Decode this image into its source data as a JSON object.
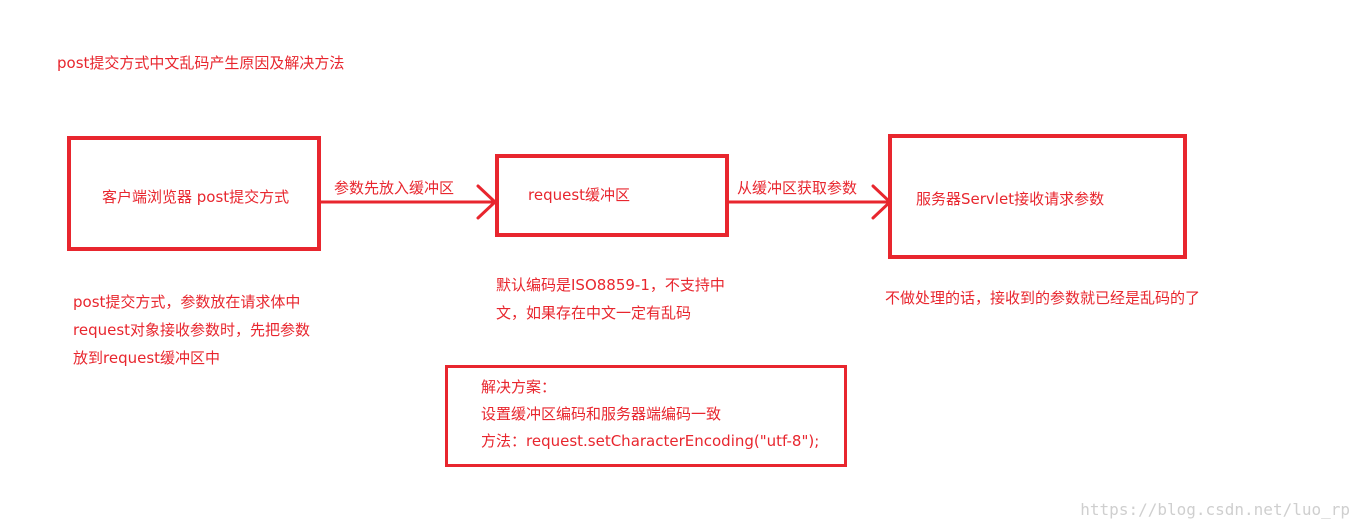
{
  "title": "post提交方式中文乱码产生原因及解决方法",
  "nodes": {
    "browser": "客户端浏览器 post提交方式",
    "buffer": "request缓冲区",
    "server": "服务器Servlet接收请求参数"
  },
  "edges": {
    "browser_to_buffer": "参数先放入缓冲区",
    "buffer_to_server": "从缓冲区获取参数"
  },
  "notes": {
    "browser": [
      "post提交方式，参数放在请求体中",
      "request对象接收参数时，先把参数",
      "放到request缓冲区中"
    ],
    "buffer": [
      "默认编码是ISO8859-1，不支持中",
      "文，如果存在中文一定有乱码"
    ],
    "server": [
      "不做处理的话，接收到的参数就已经是乱码的了"
    ]
  },
  "solution": {
    "heading": "解决方案：",
    "line1": "设置缓冲区编码和服务器端编码一致",
    "line2": "方法：request.setCharacterEncoding(\"utf-8\");"
  },
  "watermark": "https://blog.csdn.net/luo_rp",
  "colors": {
    "accent": "#e8262e",
    "watermark": "#cfcfcf"
  }
}
